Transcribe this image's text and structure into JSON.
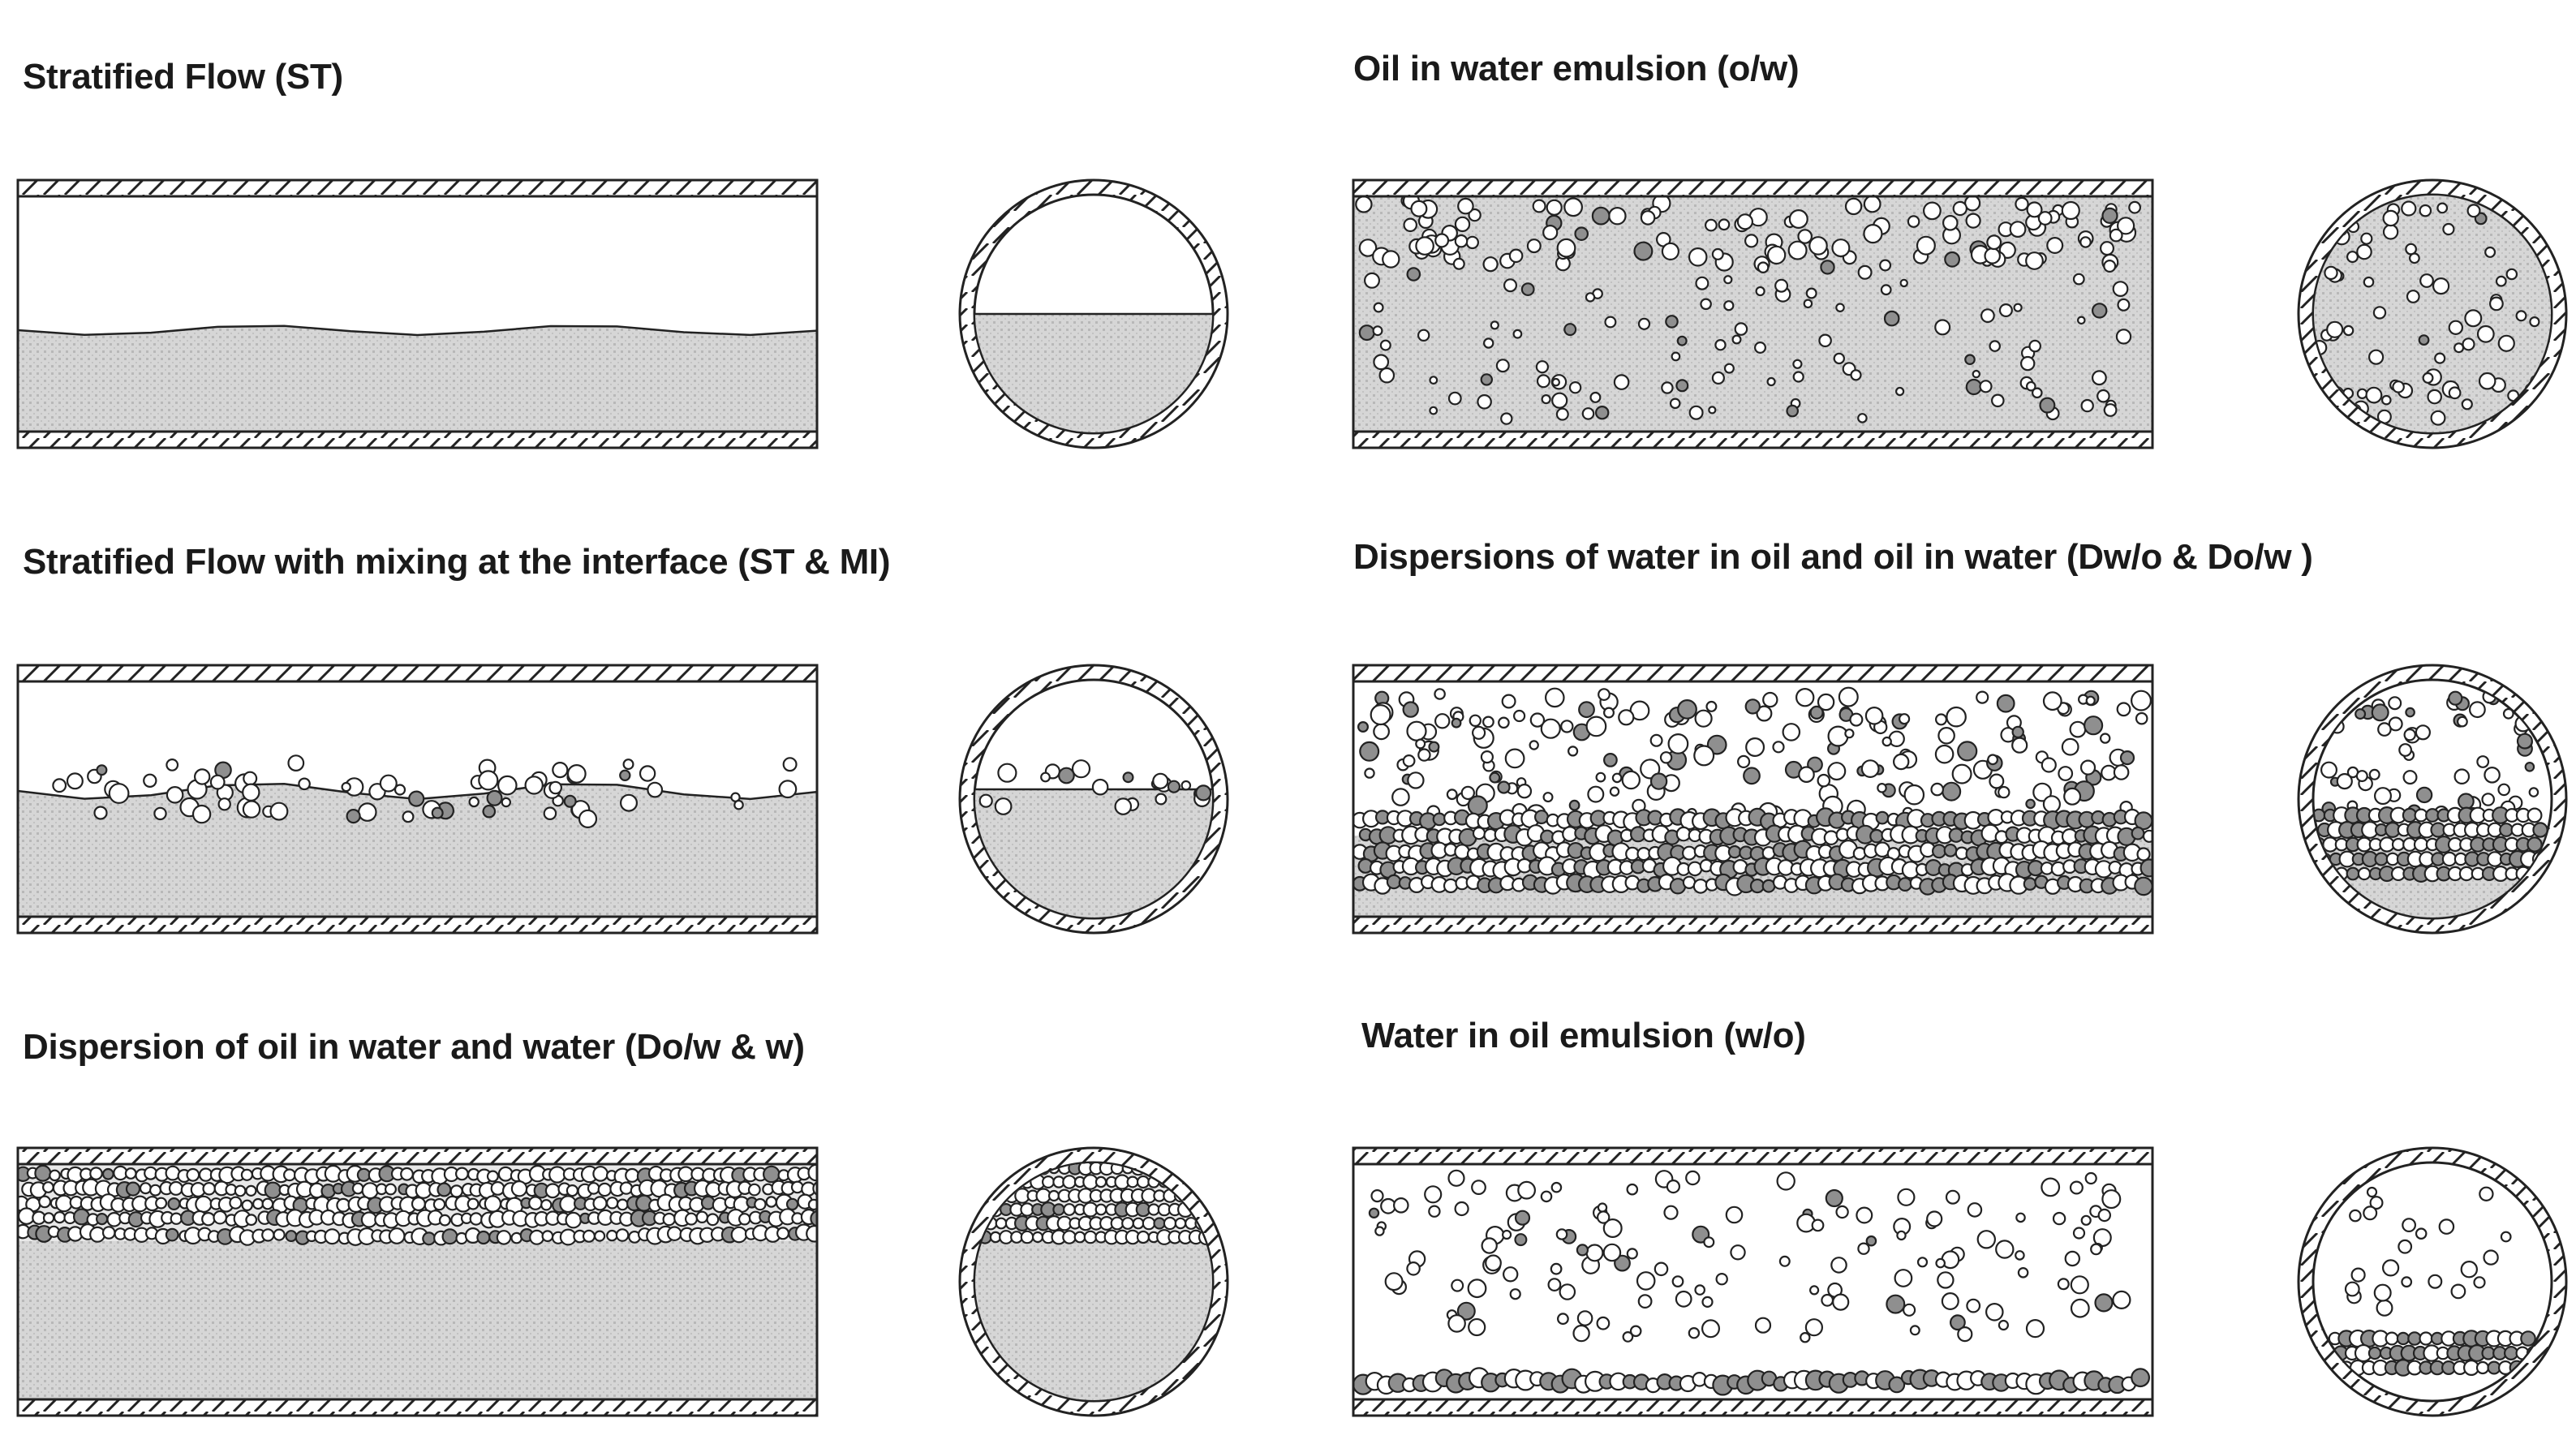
{
  "panels": [
    {
      "id": "st",
      "label": "Stratified Flow (ST)",
      "type": "stratified"
    },
    {
      "id": "stmi",
      "label": "Stratified Flow with mixing at the interface (ST & MI)",
      "type": "stratified-mixing"
    },
    {
      "id": "dow",
      "label": "Dispersion of oil in water and water (Do/w & w)",
      "type": "dispersion-oil-water"
    },
    {
      "id": "ow",
      "label": "Oil in water emulsion  (o/w)",
      "type": "oil-in-water"
    },
    {
      "id": "dwo",
      "label": "Dispersions of water in oil and oil in water (Dw/o & Do/w )",
      "type": "dual-dispersion"
    },
    {
      "id": "wo",
      "label": "Water in oil emulsion  (w/o)",
      "type": "water-in-oil"
    }
  ],
  "colors": {
    "water_fill": "#d4d4d4",
    "oil_fill": "#ffffff",
    "line": "#222222",
    "droplet_dark": "#9a9a9a"
  }
}
